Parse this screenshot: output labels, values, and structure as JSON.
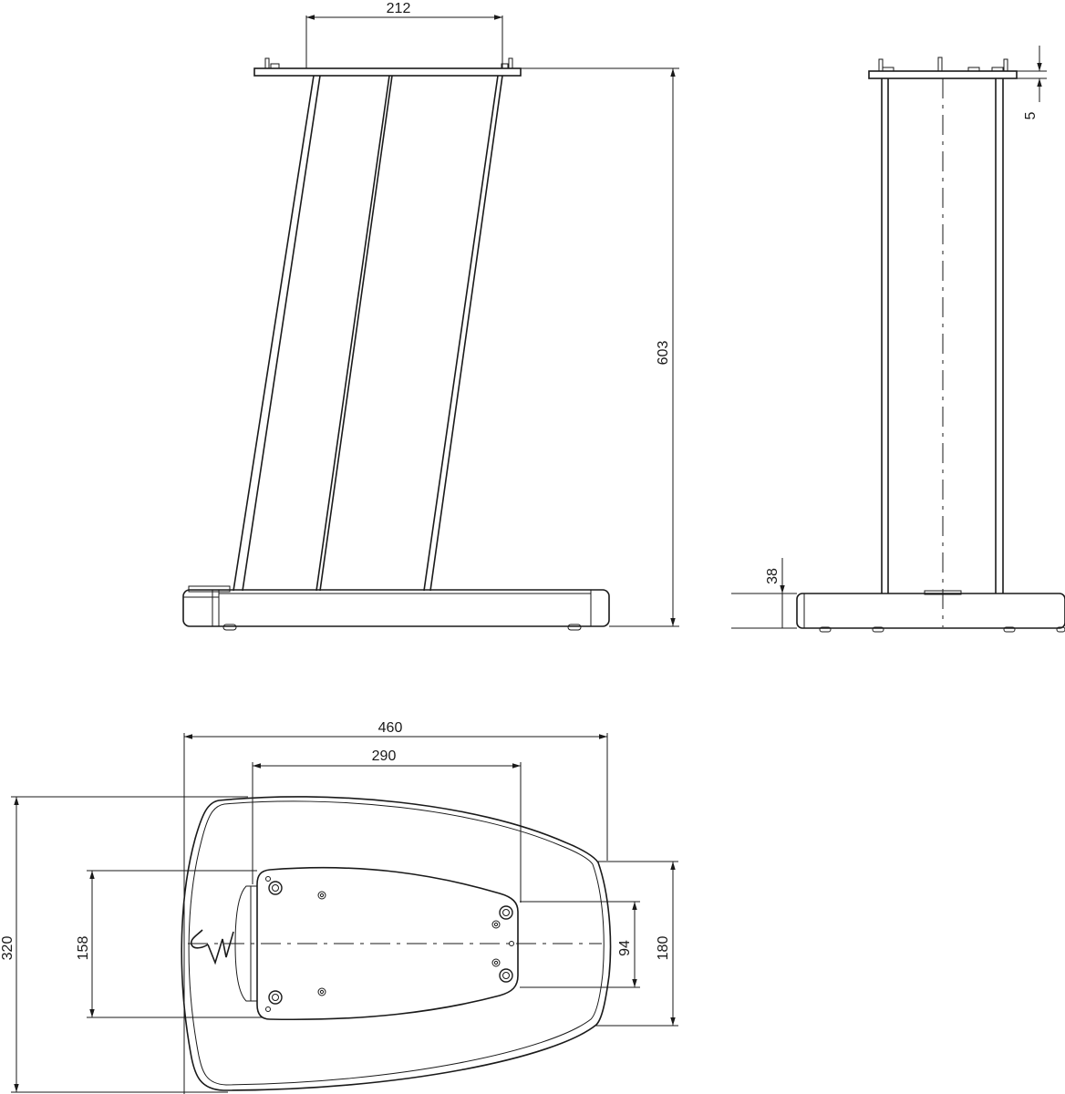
{
  "dimensions": {
    "top_width": "212",
    "height": "603",
    "top_plate_thickness": "5",
    "base_height": "38",
    "base_length": "460",
    "hole_span": "290",
    "base_depth": "320",
    "plate_depth": "158",
    "front_hole_span": "94",
    "front_width": "180"
  },
  "icons": {
    "logo": "w-logo-icon"
  }
}
